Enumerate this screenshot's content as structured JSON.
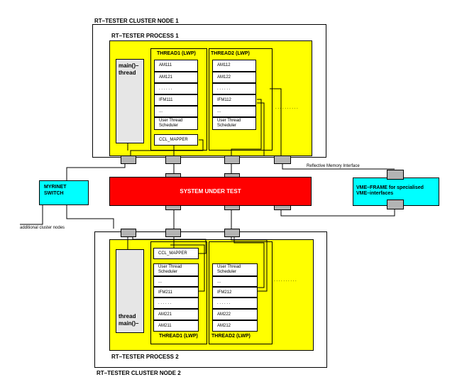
{
  "node1": {
    "title": "RT–TESTER CLUSTER NODE 1",
    "process_title": "RT–TESTER PROCESS 1",
    "main_label": "main()–\nthread",
    "thread1": {
      "title": "THREAD1 (LWP)",
      "cells": [
        "AM111",
        "AM121",
        ". . . . . .",
        "IFM111",
        "...",
        "User Thread\nScheduler",
        "CCL_MAPPER"
      ]
    },
    "thread2": {
      "title": "THREAD2 (LWP)",
      "cells": [
        "AM112",
        "AM122",
        ". . . . . .",
        "IFM112",
        "...",
        "User Thread\nScheduler"
      ]
    },
    "dots": ". . . . . . . . . ."
  },
  "node2": {
    "title": "RT–TESTER CLUSTER NODE 2",
    "process_title": "RT–TESTER PROCESS 2",
    "main_label": "thread\nmain()–",
    "thread1": {
      "title": "THREAD1 (LWP)",
      "cells": [
        "CCL_MAPPER",
        "User Thread\nScheduler",
        "...",
        "IFM211",
        ". . . . . .",
        "AM221",
        "AM211"
      ]
    },
    "thread2": {
      "title": "THREAD2 (LWP)",
      "cells": [
        "User Thread\nScheduler",
        "...",
        "IFM212",
        ". . . . . .",
        "AM222",
        "AM212"
      ]
    },
    "dots": ". . . . . . . . . ."
  },
  "myrinet": "MYRINET\nSWITCH",
  "sut": "SYSTEM UNDER TEST",
  "vme": "VME–FRAME for specialised\nVME–interfaces",
  "reflective_memory": "Reflective Memory Interface",
  "additional_nodes": "additional cluster nodes",
  "colors": {
    "process": "#ffff00",
    "sut": "#ff0000",
    "switch": "#00ffff",
    "port": "#b3b3b3",
    "main_thread": "#e6e6e6"
  }
}
